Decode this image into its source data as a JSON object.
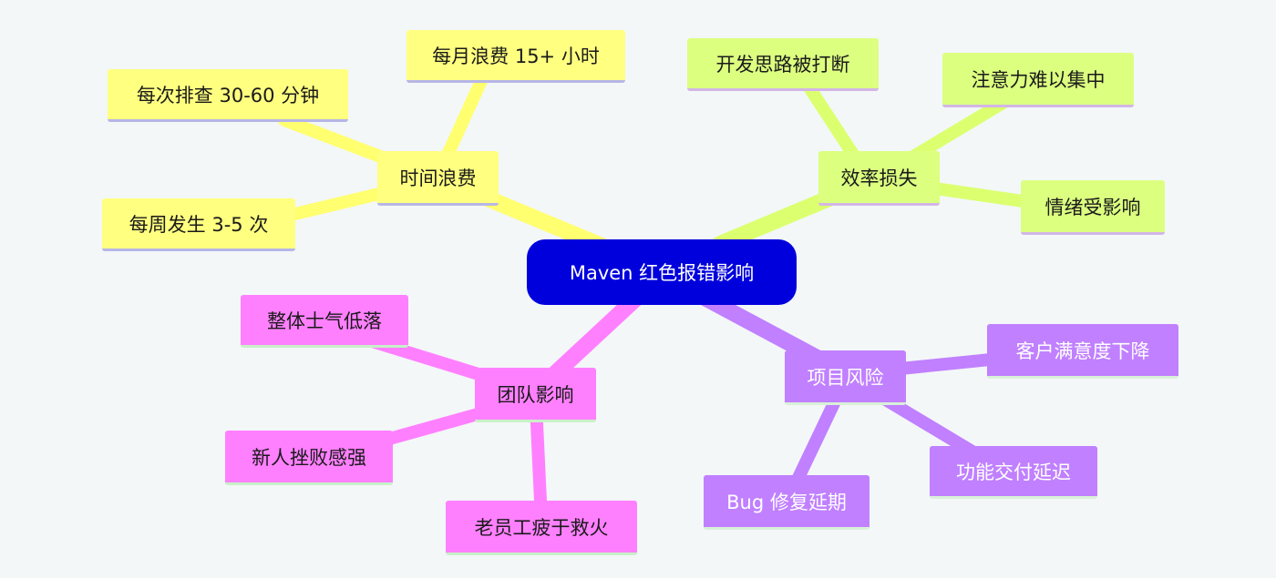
{
  "diagram": {
    "root": {
      "label": "Maven 红色报错影响",
      "color": "#0000dd"
    },
    "branches": [
      {
        "id": "time",
        "label": "时间浪费",
        "color": "#ffff80",
        "edge_color": "#ffff70",
        "children": [
          "每次排查 30-60 分钟",
          "每月浪费 15+ 小时",
          "每周发生 3-5 次"
        ]
      },
      {
        "id": "efficiency",
        "label": "效率损失",
        "color": "#dcff80",
        "edge_color": "#dcff70",
        "children": [
          "开发思路被打断",
          "注意力难以集中",
          "情绪受影响"
        ]
      },
      {
        "id": "team",
        "label": "团队影响",
        "color": "#ff80ff",
        "edge_color": "#ff80ff",
        "children": [
          "整体士气低落",
          "新人挫败感强",
          "老员工疲于救火"
        ]
      },
      {
        "id": "project",
        "label": "项目风险",
        "color": "#c080ff",
        "edge_color": "#c080ff",
        "children": [
          "客户满意度下降",
          "功能交付延迟",
          "Bug 修复延期"
        ]
      }
    ]
  }
}
